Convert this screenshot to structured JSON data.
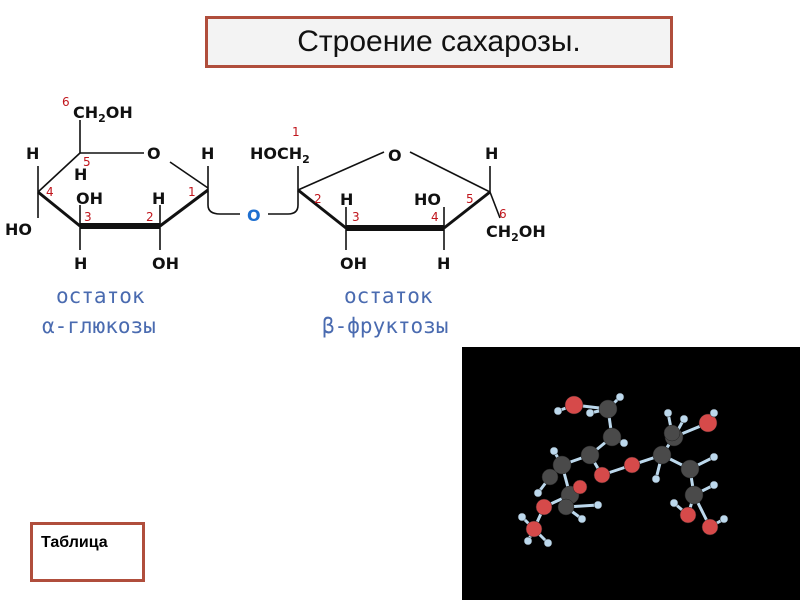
{
  "slide": {
    "title": "Строение сахарозы.",
    "table_button_label": "Таблица"
  },
  "glucose": {
    "ch2oh": "CH",
    "ch2oh_sub": "2",
    "ch2oh_tail": "OH",
    "ring_o": "O",
    "h_left": "H",
    "h_c1": "H",
    "h_c5": "H",
    "oh_c4": "HO",
    "oh_c3": "OH",
    "h_c2": "H",
    "h_c3_down": "H",
    "oh_c2_down": "OH",
    "num_6": "6",
    "num_5": "5",
    "num_4": "4",
    "num_3": "3",
    "num_2": "2",
    "num_1": "1"
  },
  "bridge": {
    "label": "O"
  },
  "fructose": {
    "hoch2": "HOCH",
    "hoch2_sub": "2",
    "ring_o": "O",
    "h_right": "H",
    "h_c3": "H",
    "oh_c4": "HO",
    "oh_c3_down": "OH",
    "h_c4_down": "H",
    "ch2oh": "CH",
    "ch2oh_sub": "2",
    "ch2oh_tail": "OH",
    "num_1": "1",
    "num_2": "2",
    "num_3": "3",
    "num_4": "4",
    "num_5": "5",
    "num_6": "6"
  },
  "captions": {
    "glucose_line1": "остаток",
    "glucose_line2": "α-глюкозы",
    "fructose_line1": "остаток",
    "fructose_line2": "β-фруктозы"
  },
  "model": {
    "background": "#000000",
    "carbon_color": "#4a4a4a",
    "oxygen_color": "#d64a4a",
    "hydrogen_color": "#bcd8ec"
  }
}
